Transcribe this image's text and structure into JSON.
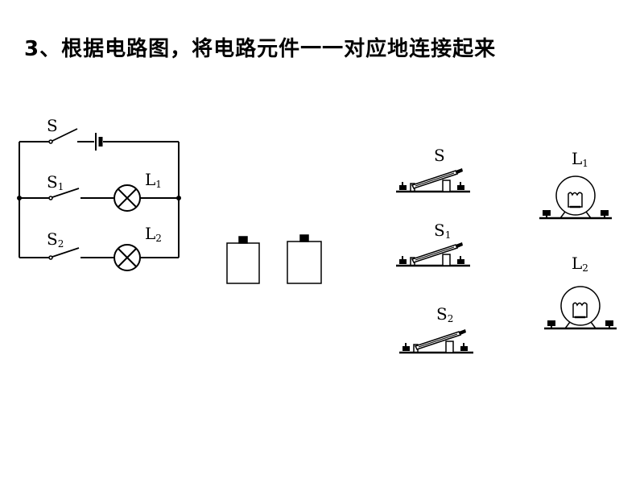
{
  "title": "3、根据电路图，将电路元件一一对应地连接起来",
  "diagram": {
    "switch_main": "S",
    "switch_1": {
      "letter": "S",
      "sub": "1"
    },
    "switch_2": {
      "letter": "S",
      "sub": "2"
    },
    "lamp_1": {
      "letter": "L",
      "sub": "1"
    },
    "lamp_2": {
      "letter": "L",
      "sub": "2"
    }
  },
  "components": {
    "switch_main": "S",
    "switch_1": {
      "letter": "S",
      "sub": "1"
    },
    "switch_2": {
      "letter": "S",
      "sub": "2"
    },
    "lamp_1": {
      "letter": "L",
      "sub": "1"
    },
    "lamp_2": {
      "letter": "L",
      "sub": "2"
    }
  }
}
